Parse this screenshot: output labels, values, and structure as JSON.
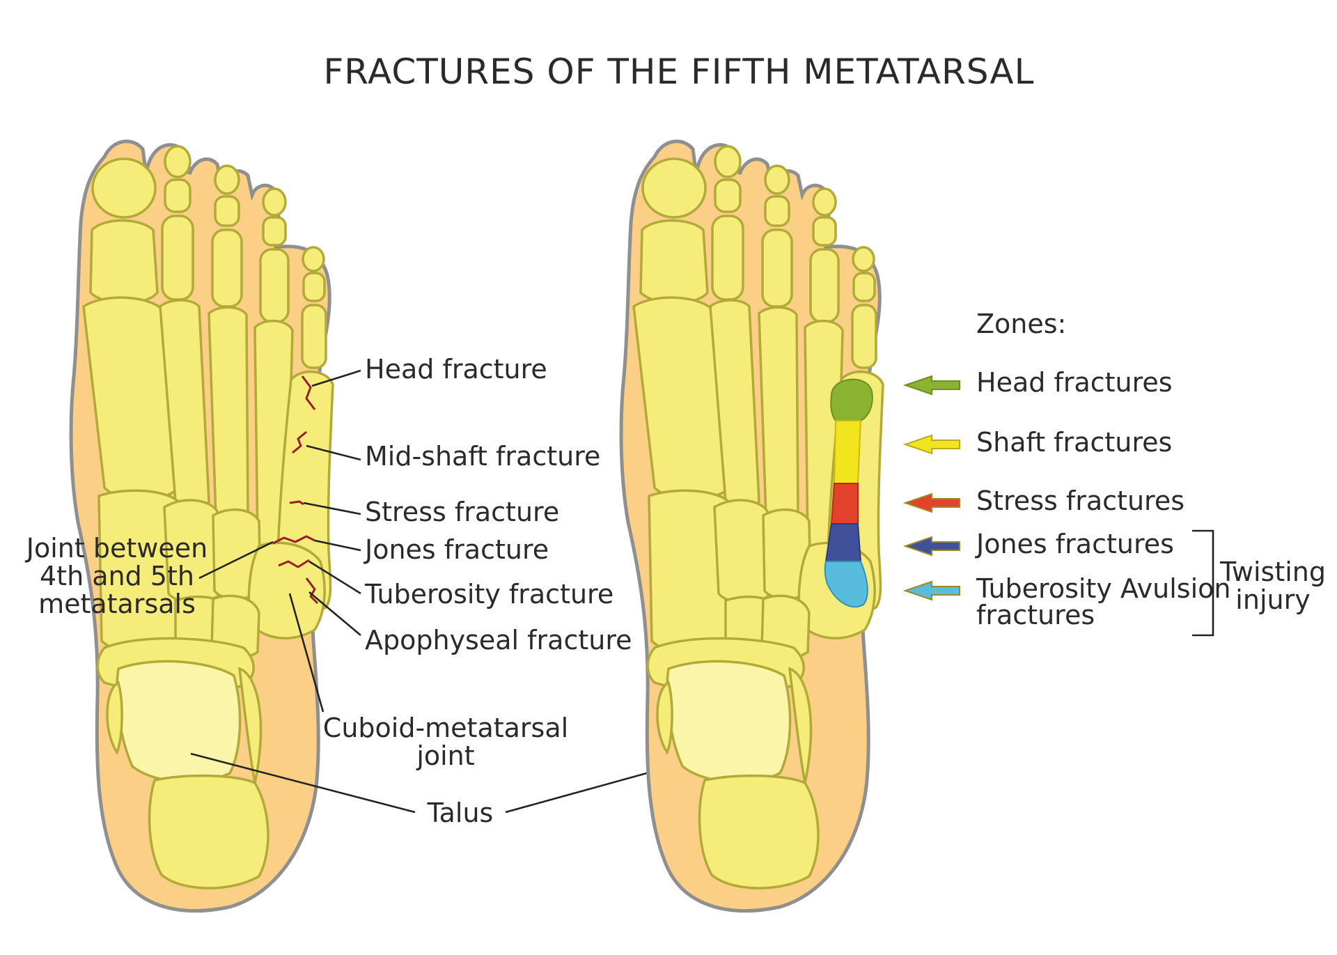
{
  "title": "FRACTURES OF THE FIFTH METATARSAL",
  "left_labels": {
    "head": "Head fracture",
    "midshaft": "Mid-shaft fracture",
    "stress": "Stress fracture",
    "jones": "Jones fracture",
    "tuberosity": "Tuberosity fracture",
    "apophyseal": "Apophyseal fracture",
    "joint_line1": "Joint between",
    "joint_line2": "4th and 5th",
    "joint_line3": "metatarsals",
    "cuboid_line1": "Cuboid-metatarsal",
    "cuboid_line2": "joint",
    "talus": "Talus"
  },
  "zones": {
    "heading": "Zones:",
    "items": [
      {
        "key": "head",
        "label": "Head fractures",
        "color": "#8ab332"
      },
      {
        "key": "shaft",
        "label": "Shaft fractures",
        "color": "#f2e51e"
      },
      {
        "key": "stress",
        "label": "Stress fractures",
        "color": "#e4432b"
      },
      {
        "key": "jones",
        "label": "Jones fractures",
        "color": "#41509a"
      },
      {
        "key": "tuberosity",
        "label_line1": "Tuberosity Avulsion",
        "label_line2": "fractures",
        "color": "#58bcdc"
      }
    ],
    "bracket_line1": "Twisting",
    "bracket_line2": "injury"
  }
}
